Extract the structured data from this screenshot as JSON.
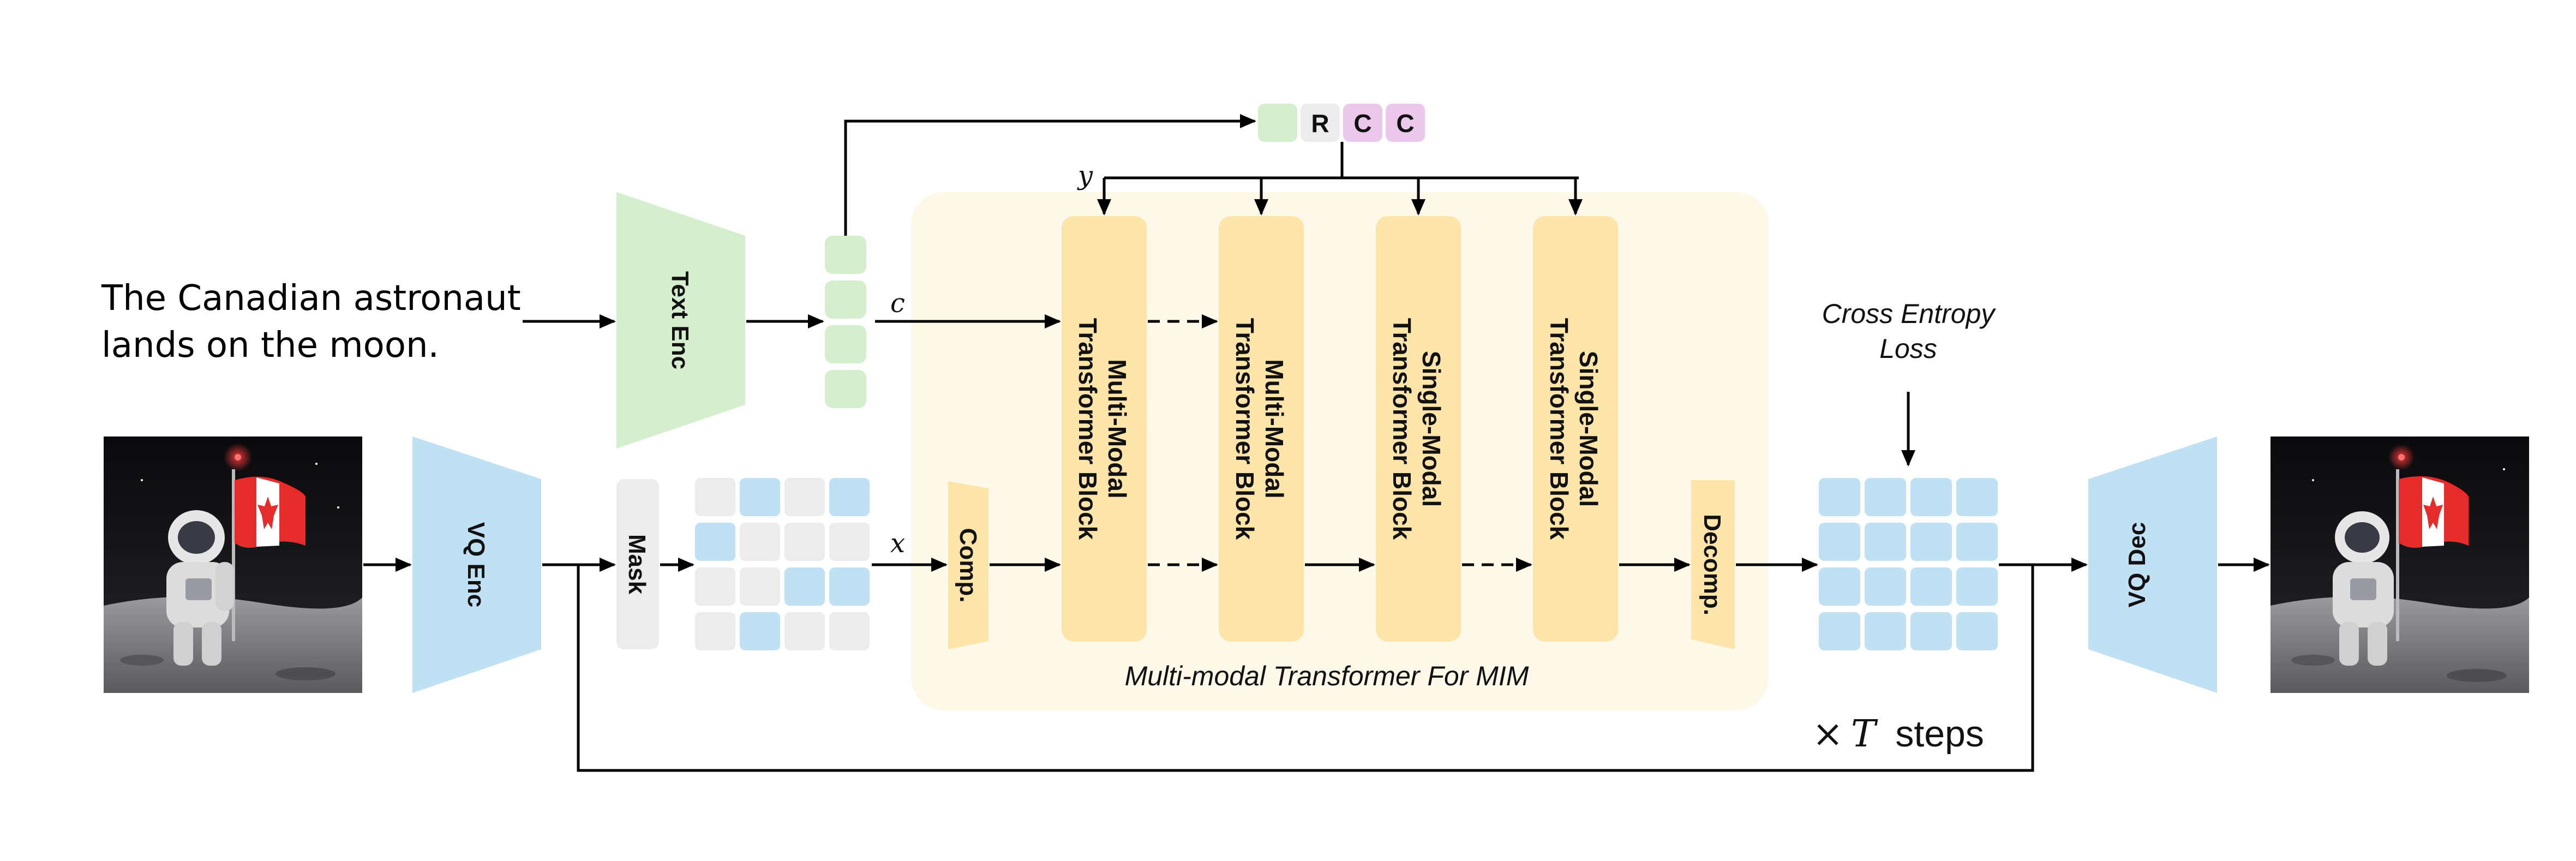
{
  "input_text_line1": "The Canadian astronaut",
  "input_text_line2": "lands on the moon.",
  "text_encoder": "Text Enc",
  "vq_encoder": "VQ Enc",
  "vq_decoder": "VQ Dec",
  "mask": "Mask",
  "compress": "Comp.",
  "decompress": "Decomp.",
  "label_c": "c",
  "label_x": "x",
  "label_y": "y",
  "token_r": "R",
  "token_c1": "C",
  "token_c2": "C",
  "blocks": [
    {
      "line1": "Multi-Modal",
      "line2": "Transformer Block"
    },
    {
      "line1": "Multi-Modal",
      "line2": "Transformer Block"
    },
    {
      "line1": "Single-Modal",
      "line2": "Transformer Block"
    },
    {
      "line1": "Single-Modal",
      "line2": "Transformer Block"
    }
  ],
  "container_caption": "Multi-modal Transformer For MIM",
  "loss_line1": "Cross Entropy",
  "loss_line2": "Loss",
  "steps_times": "×",
  "steps_T": "T",
  "steps_word": "steps",
  "colors": {
    "green": "#d5efce",
    "blue": "#bfe1f3",
    "yellow": "#fde9ba",
    "container": "#fef8e8",
    "gray": "#ececec",
    "pink": "#ebc7eb"
  }
}
